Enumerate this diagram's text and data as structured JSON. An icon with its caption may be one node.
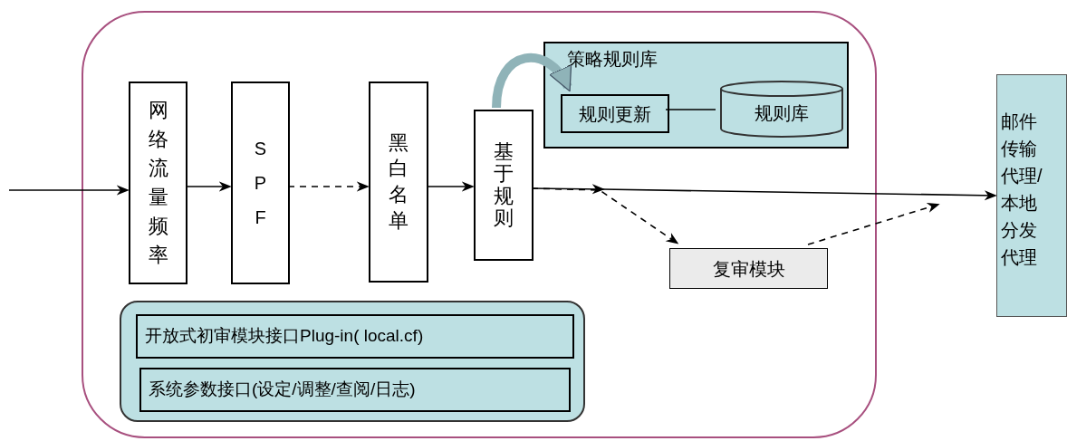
{
  "diagram": {
    "nodes": [
      {
        "text": [],
        "shape": "box"
      },
      {
        "text": [
          "网络流量频率"
        ],
        "in": 0
      },
      {
        "text": [
          "SPF"
        ],
        "in": 0
      },
      {
        "text": [
          "黑白名单"
        ],
        "in": 0
      },
      {
        "text": [
          "基于规则"
        ],
        "in": 0
      },
      {
        "text": [
          "策略规则库"
        ],
        "in": 0
      },
      {
        "text": [
          "规则更新"
        ],
        "in": 5
      },
      {
        "text": [
          "规则库"
        ],
        "in": 5
      },
      {
        "text": [
          "复审模块"
        ],
        "in": 0
      },
      {
        "text": [],
        "shape": "box",
        "in": 0
      },
      {
        "text": [
          "开放式初审模块接口Plug-in( local.cf)"
        ],
        "in": 9
      },
      {
        "text": [
          "系统参数接口(设定/调整/查阅/日志)"
        ],
        "in": 9
      },
      {
        "text": [
          "邮件传输代理/本地分发代理"
        ]
      }
    ],
    "edges": [
      {
        "from": null,
        "to": 1,
        "arrow": "to"
      },
      {
        "from": 1,
        "to": 2,
        "arrow": "to"
      },
      {
        "from": 2,
        "to": 3,
        "arrow": "to",
        "style": "dashed"
      },
      {
        "from": 3,
        "to": 4,
        "arrow": "to"
      },
      {
        "from": 4,
        "to": 12,
        "arrow": "to"
      },
      {
        "from": 4,
        "to": 8,
        "arrow": "to",
        "style": "dashed"
      },
      {
        "from": 8,
        "to": null,
        "arrow": "to",
        "style": "dashed"
      },
      {
        "from": 4,
        "to": 6,
        "arrow": "to",
        "style": "thick",
        "color": "#8fb3b8"
      },
      {
        "from": 6,
        "to": 7,
        "arrow": "none"
      }
    ]
  }
}
